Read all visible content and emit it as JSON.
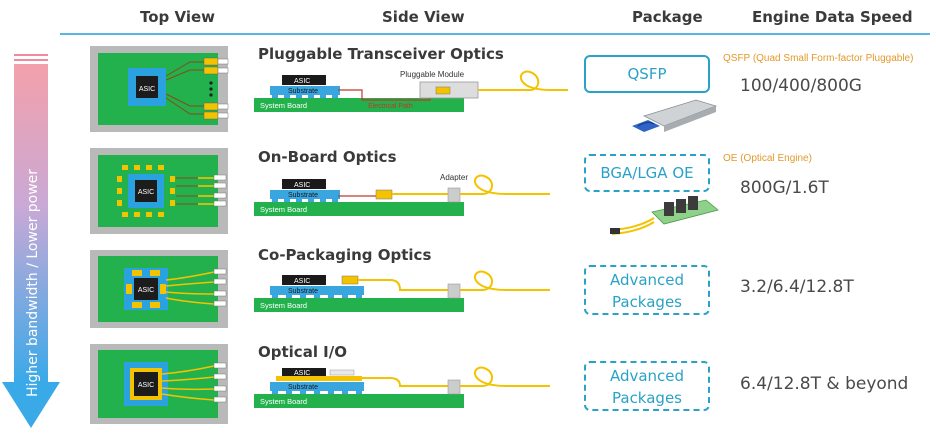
{
  "headers": {
    "top_view": "Top View",
    "side_view": "Side View",
    "package": "Package",
    "engine_speed": "Engine Data Speed"
  },
  "arrow": {
    "label": "Higher bandwidth / Lower power",
    "colors": {
      "top": "#f08a9a",
      "bottom": "#3aa9e8"
    }
  },
  "rows": [
    {
      "title": "Pluggable Transceiver Optics",
      "side_labels": {
        "asic": "ASIC",
        "substrate": "Substrate",
        "board": "System Board",
        "module": "Pluggable Module",
        "path": "Electrical Path"
      },
      "top_asic": "ASIC",
      "package": {
        "label": "QSFP",
        "style": "solid"
      },
      "package_note": "QSFP (Quad Small Form-factor Pluggable)",
      "speed": "100/400/800G"
    },
    {
      "title": "On-Board Optics",
      "side_labels": {
        "asic": "ASIC",
        "substrate": "Substrate",
        "board": "System Board",
        "module": "Adapter"
      },
      "top_asic": "ASIC",
      "package": {
        "label": "BGA/LGA OE",
        "style": "dashed"
      },
      "package_note": "OE (Optical Engine)",
      "speed": "800G/1.6T"
    },
    {
      "title": "Co-Packaging Optics",
      "side_labels": {
        "asic": "ASIC",
        "substrate": "Substrate",
        "board": "System Board"
      },
      "top_asic": "ASIC",
      "package": {
        "label_line1": "Advanced",
        "label_line2": "Packages",
        "style": "dashed"
      },
      "speed": "3.2/6.4/12.8T"
    },
    {
      "title": "Optical I/O",
      "side_labels": {
        "asic": "ASIC",
        "substrate": "Substrate",
        "board": "System Board"
      },
      "top_asic": "ASIC",
      "package": {
        "label_line1": "Advanced",
        "label_line2": "Packages",
        "style": "dashed"
      },
      "speed": "6.4/12.8T & beyond"
    }
  ],
  "colors": {
    "accent": "#2aa2c8",
    "board_green": "#1fae4b",
    "substrate_blue": "#3aa6e0",
    "fiber_yellow": "#f3c300",
    "note_orange": "#e39a2b",
    "header_line": "#5bb6e8"
  }
}
